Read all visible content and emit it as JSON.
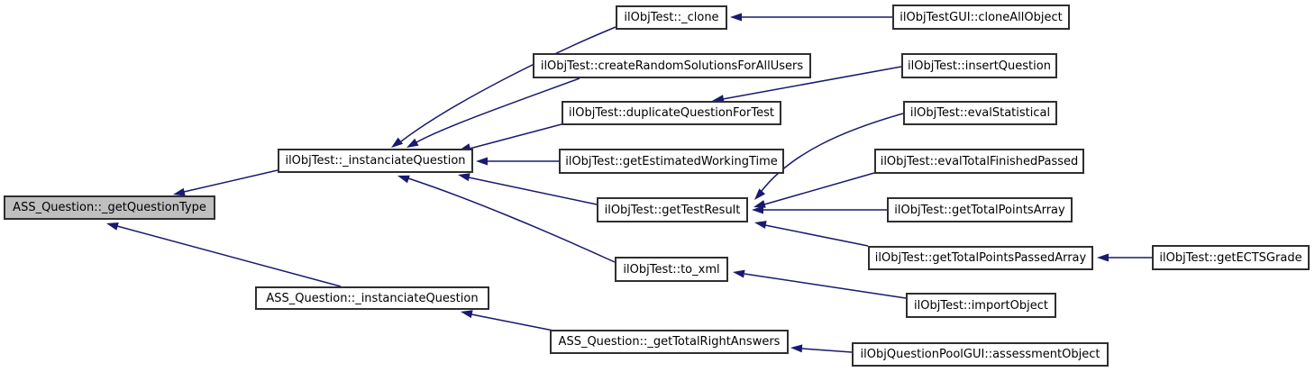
{
  "diagram": {
    "type": "call-graph",
    "edge_color": "#191970",
    "node_border_color": "#2f2f2f",
    "highlight_color": "#bfbfbf",
    "nodes": [
      {
        "id": "ass-getQuestionType",
        "label": "ASS_Question::_getQuestionType",
        "highlighted": true
      },
      {
        "id": "il-instanciateQuestion",
        "label": "ilObjTest::_instanciateQuestion"
      },
      {
        "id": "il-clone",
        "label": "ilObjTest::_clone"
      },
      {
        "id": "gui-cloneAllObject",
        "label": "ilObjTestGUI::cloneAllObject"
      },
      {
        "id": "il-createRandomSolutions",
        "label": "ilObjTest::createRandomSolutionsForAllUsers"
      },
      {
        "id": "il-insertQuestion",
        "label": "ilObjTest::insertQuestion"
      },
      {
        "id": "il-duplicateQuestionForTest",
        "label": "ilObjTest::duplicateQuestionForTest"
      },
      {
        "id": "il-evalStatistical",
        "label": "ilObjTest::evalStatistical"
      },
      {
        "id": "il-getEstimatedWorkingTime",
        "label": "ilObjTest::getEstimatedWorkingTime"
      },
      {
        "id": "il-evalTotalFinishedPassed",
        "label": "ilObjTest::evalTotalFinishedPassed"
      },
      {
        "id": "il-getTestResult",
        "label": "ilObjTest::getTestResult"
      },
      {
        "id": "il-getTotalPointsArray",
        "label": "ilObjTest::getTotalPointsArray"
      },
      {
        "id": "il-getTotalPointsPassedArray",
        "label": "ilObjTest::getTotalPointsPassedArray"
      },
      {
        "id": "il-getECTSGrade",
        "label": "ilObjTest::getECTSGrade"
      },
      {
        "id": "il-to-xml",
        "label": "ilObjTest::to_xml"
      },
      {
        "id": "il-importObject",
        "label": "ilObjTest::importObject"
      },
      {
        "id": "ass-instanciateQuestion",
        "label": "ASS_Question::_instanciateQuestion"
      },
      {
        "id": "ass-getTotalRightAnswers",
        "label": "ASS_Question::_getTotalRightAnswers"
      },
      {
        "id": "gui-assessmentObject",
        "label": "ilObjQuestionPoolGUI::assessmentObject"
      }
    ],
    "edges": [
      {
        "from": "gui-cloneAllObject",
        "to": "il-clone"
      },
      {
        "from": "il-clone",
        "to": "il-instanciateQuestion"
      },
      {
        "from": "il-createRandomSolutions",
        "to": "il-instanciateQuestion"
      },
      {
        "from": "il-duplicateQuestionForTest",
        "to": "il-instanciateQuestion"
      },
      {
        "from": "il-getEstimatedWorkingTime",
        "to": "il-instanciateQuestion"
      },
      {
        "from": "il-getTestResult",
        "to": "il-instanciateQuestion"
      },
      {
        "from": "il-to-xml",
        "to": "il-instanciateQuestion"
      },
      {
        "from": "il-insertQuestion",
        "to": "il-duplicateQuestionForTest"
      },
      {
        "from": "il-evalStatistical",
        "to": "il-getTestResult"
      },
      {
        "from": "il-evalTotalFinishedPassed",
        "to": "il-getTestResult"
      },
      {
        "from": "il-getTotalPointsArray",
        "to": "il-getTestResult"
      },
      {
        "from": "il-getTotalPointsPassedArray",
        "to": "il-getTestResult"
      },
      {
        "from": "il-getECTSGrade",
        "to": "il-getTotalPointsPassedArray"
      },
      {
        "from": "il-importObject",
        "to": "il-to-xml"
      },
      {
        "from": "il-instanciateQuestion",
        "to": "ass-getQuestionType"
      },
      {
        "from": "ass-instanciateQuestion",
        "to": "ass-getQuestionType"
      },
      {
        "from": "ass-getTotalRightAnswers",
        "to": "ass-instanciateQuestion"
      },
      {
        "from": "gui-assessmentObject",
        "to": "ass-getTotalRightAnswers"
      }
    ]
  }
}
